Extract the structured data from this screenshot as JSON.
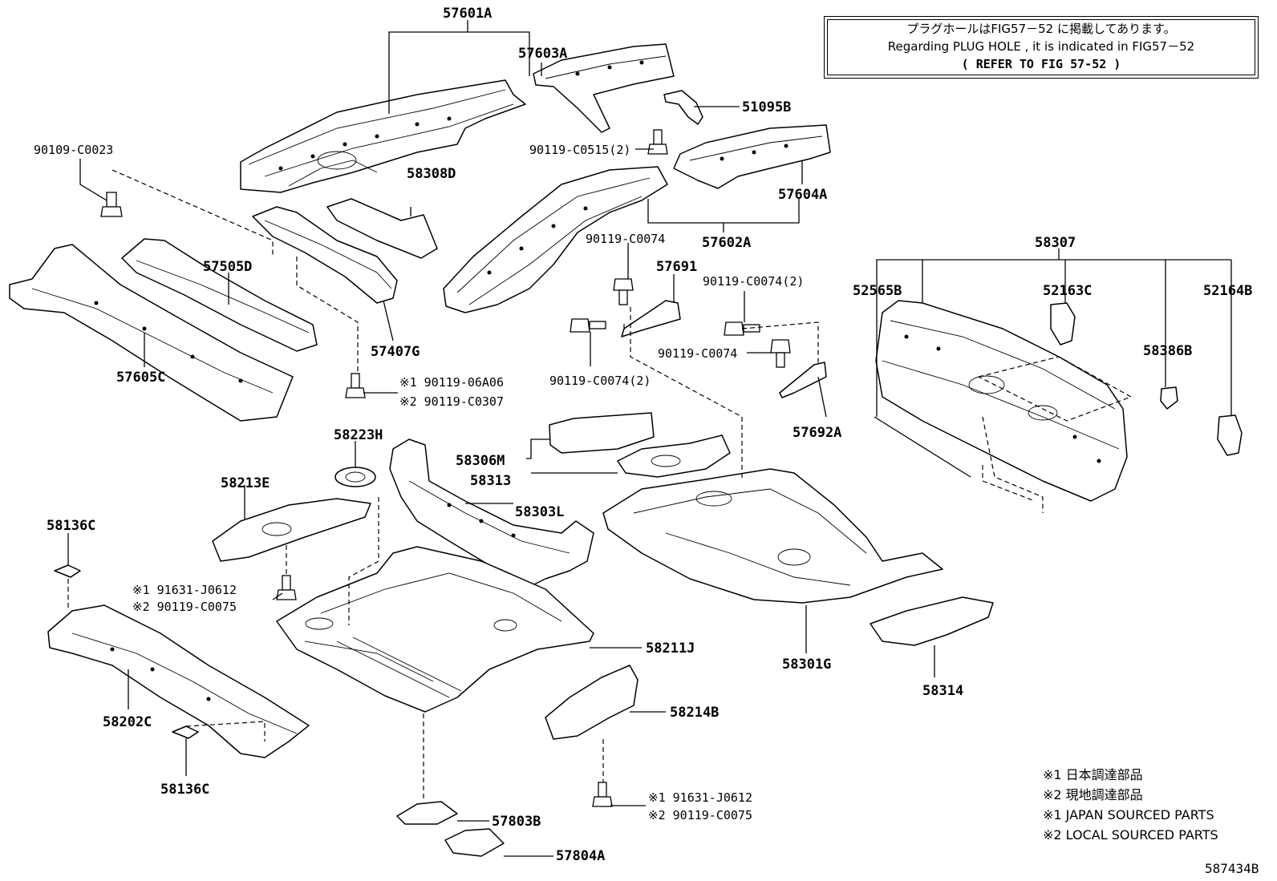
{
  "note": {
    "line_ja": "プラグホールはFIG57－52 に掲載してあります。",
    "line_en": "Regarding  PLUG  HOLE , it  is  indicated  in  FIG57－52",
    "line_ref": "(  REFER TO FIG 57-52  )"
  },
  "parts": {
    "p57601A": "57601A",
    "p57603A": "57603A",
    "p51095B": "51095B",
    "p90119C0515": "90119-C0515(2)",
    "p57604A": "57604A",
    "p57602A": "57602A",
    "p90109C0023": "90109-C0023",
    "p58308D": "58308D",
    "p57505D": "57505D",
    "p57407G": "57407G",
    "p57605C": "57605C",
    "p90119_06A06": "※1 90119-06A06",
    "p90119_C0307": "※2 90119-C0307",
    "p90119C0074_a": "90119-C0074",
    "p57691": "57691",
    "p90119C0074_2a": "90119-C0074(2)",
    "p90119C0074_b": "90119-C0074",
    "p90119C0074_2b": "90119-C0074(2)",
    "p57692A": "57692A",
    "p58307": "58307",
    "p52565B": "52565B",
    "p52163C": "52163C",
    "p52164B": "52164B",
    "p58386B": "58386B",
    "p58223H": "58223H",
    "p58306M": "58306M",
    "p58313": "58313",
    "p58303L": "58303L",
    "p58213E": "58213E",
    "p58136C_top": "58136C",
    "p91631J0612_a": "※1 91631-J0612",
    "p90119C0075_a": "※2 90119-C0075",
    "p58211J": "58211J",
    "p58301G": "58301G",
    "p58314": "58314",
    "p58202C": "58202C",
    "p58214B": "58214B",
    "p58136C_bottom": "58136C",
    "p91631J0612_b": "※1 91631-J0612",
    "p90119C0075_b": "※2 90119-C0075",
    "p57803B": "57803B",
    "p57804A": "57804A"
  },
  "legend": {
    "l1": "※1  日本調達部品",
    "l2": "※2  現地調達部品",
    "l3": "※1  JAPAN SOURCED PARTS",
    "l4": "※2  LOCAL SOURCED PARTS"
  },
  "figure_id": "587434B"
}
